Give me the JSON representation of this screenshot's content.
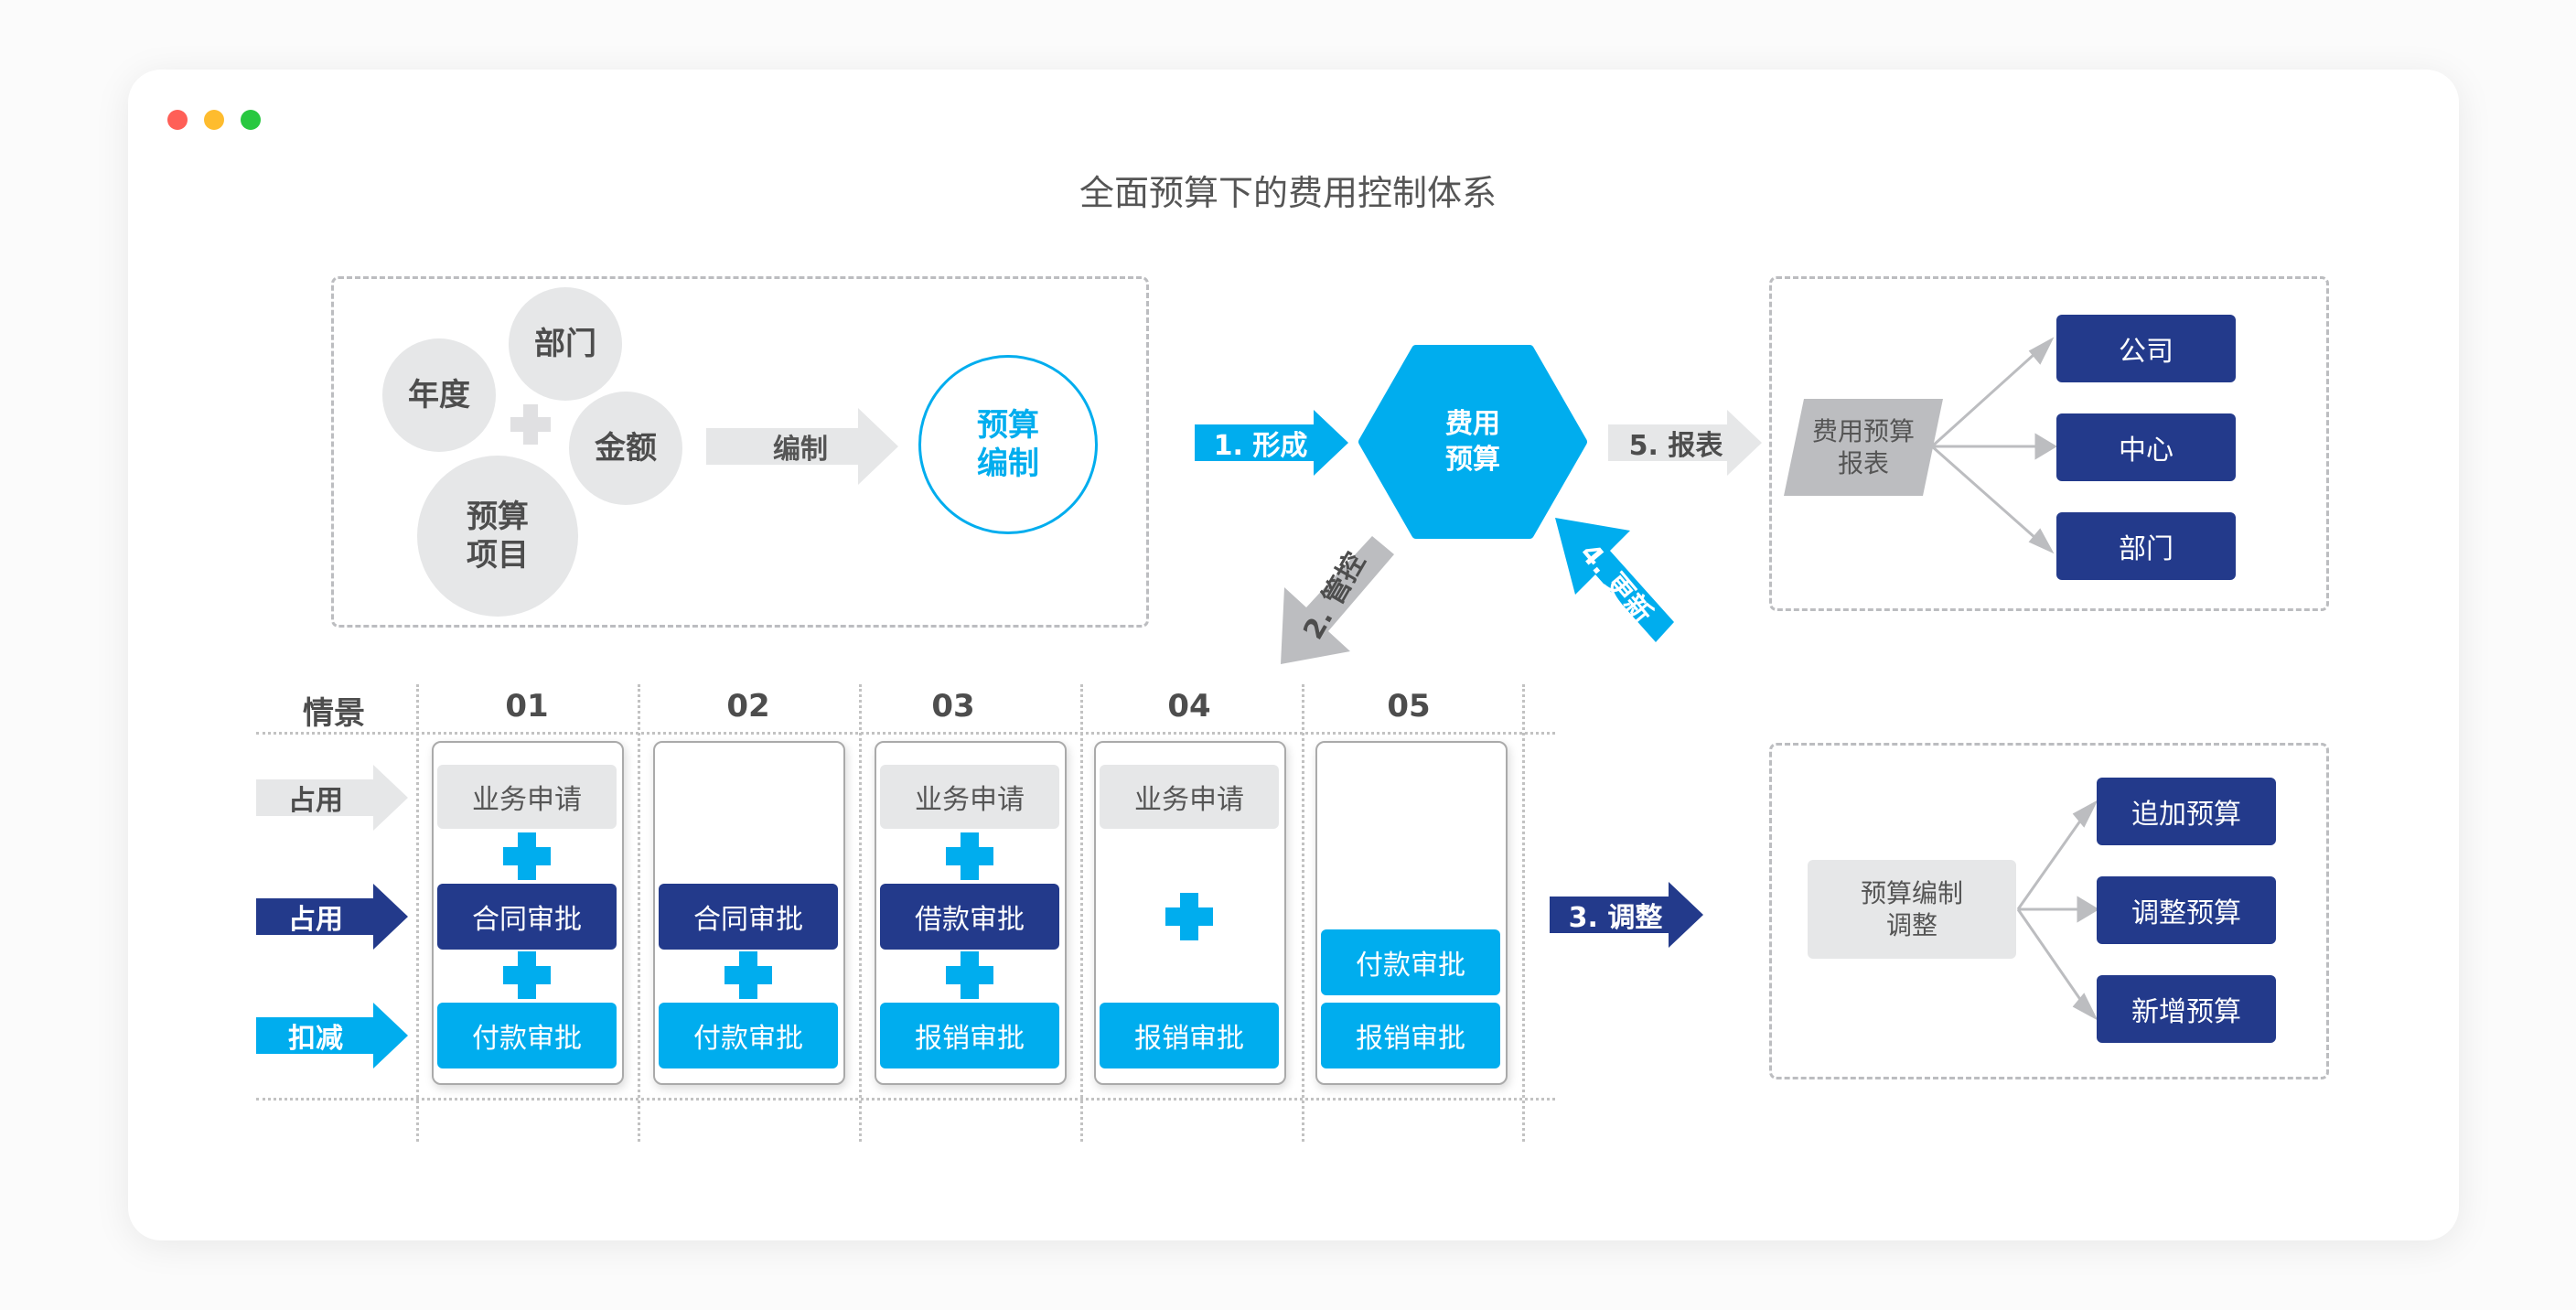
{
  "window": {
    "controls": [
      {
        "name": "close",
        "color": "#ff5f57"
      },
      {
        "name": "minimize",
        "color": "#febc2e"
      },
      {
        "name": "maximize",
        "color": "#28c840"
      }
    ]
  },
  "title": "全面预算下的费用控制体系",
  "colors": {
    "navy": "#233a8b",
    "cyan": "#00adee",
    "light_gray": "#e6e7e8",
    "mid_gray": "#bcbdc0"
  },
  "budget_inputs": {
    "circles": [
      "年度",
      "部门",
      "金额",
      "预算\n项目"
    ],
    "arrow_label": "编制",
    "result": "预算\n编制"
  },
  "hub": {
    "label": "费用\n预算"
  },
  "flows": {
    "form": "1. 形成",
    "control": "2. 管控",
    "adjust": "3. 调整",
    "update": "4. 更新",
    "report": "5. 报表"
  },
  "report_panel": {
    "source": "费用预算\n报表",
    "targets": [
      "公司",
      "中心",
      "部门"
    ]
  },
  "adjust_panel": {
    "source": "预算编制\n调整",
    "targets": [
      "追加预算",
      "调整预算",
      "新增预算"
    ]
  },
  "scenarios": {
    "header_label": "情景",
    "row_labels": [
      "占用",
      "占用",
      "扣减"
    ],
    "columns": [
      {
        "id": "01",
        "top": "业务申请",
        "middle": "合同审批",
        "bottom": "付款审批"
      },
      {
        "id": "02",
        "top": "",
        "middle": "合同审批",
        "bottom": "付款审批"
      },
      {
        "id": "03",
        "top": "业务申请",
        "middle": "借款审批",
        "bottom": "报销审批"
      },
      {
        "id": "04",
        "top": "业务申请",
        "middle": "",
        "bottom": "报销审批"
      },
      {
        "id": "05",
        "top": "",
        "middle": "付款审批",
        "bottom": "报销审批"
      }
    ]
  }
}
